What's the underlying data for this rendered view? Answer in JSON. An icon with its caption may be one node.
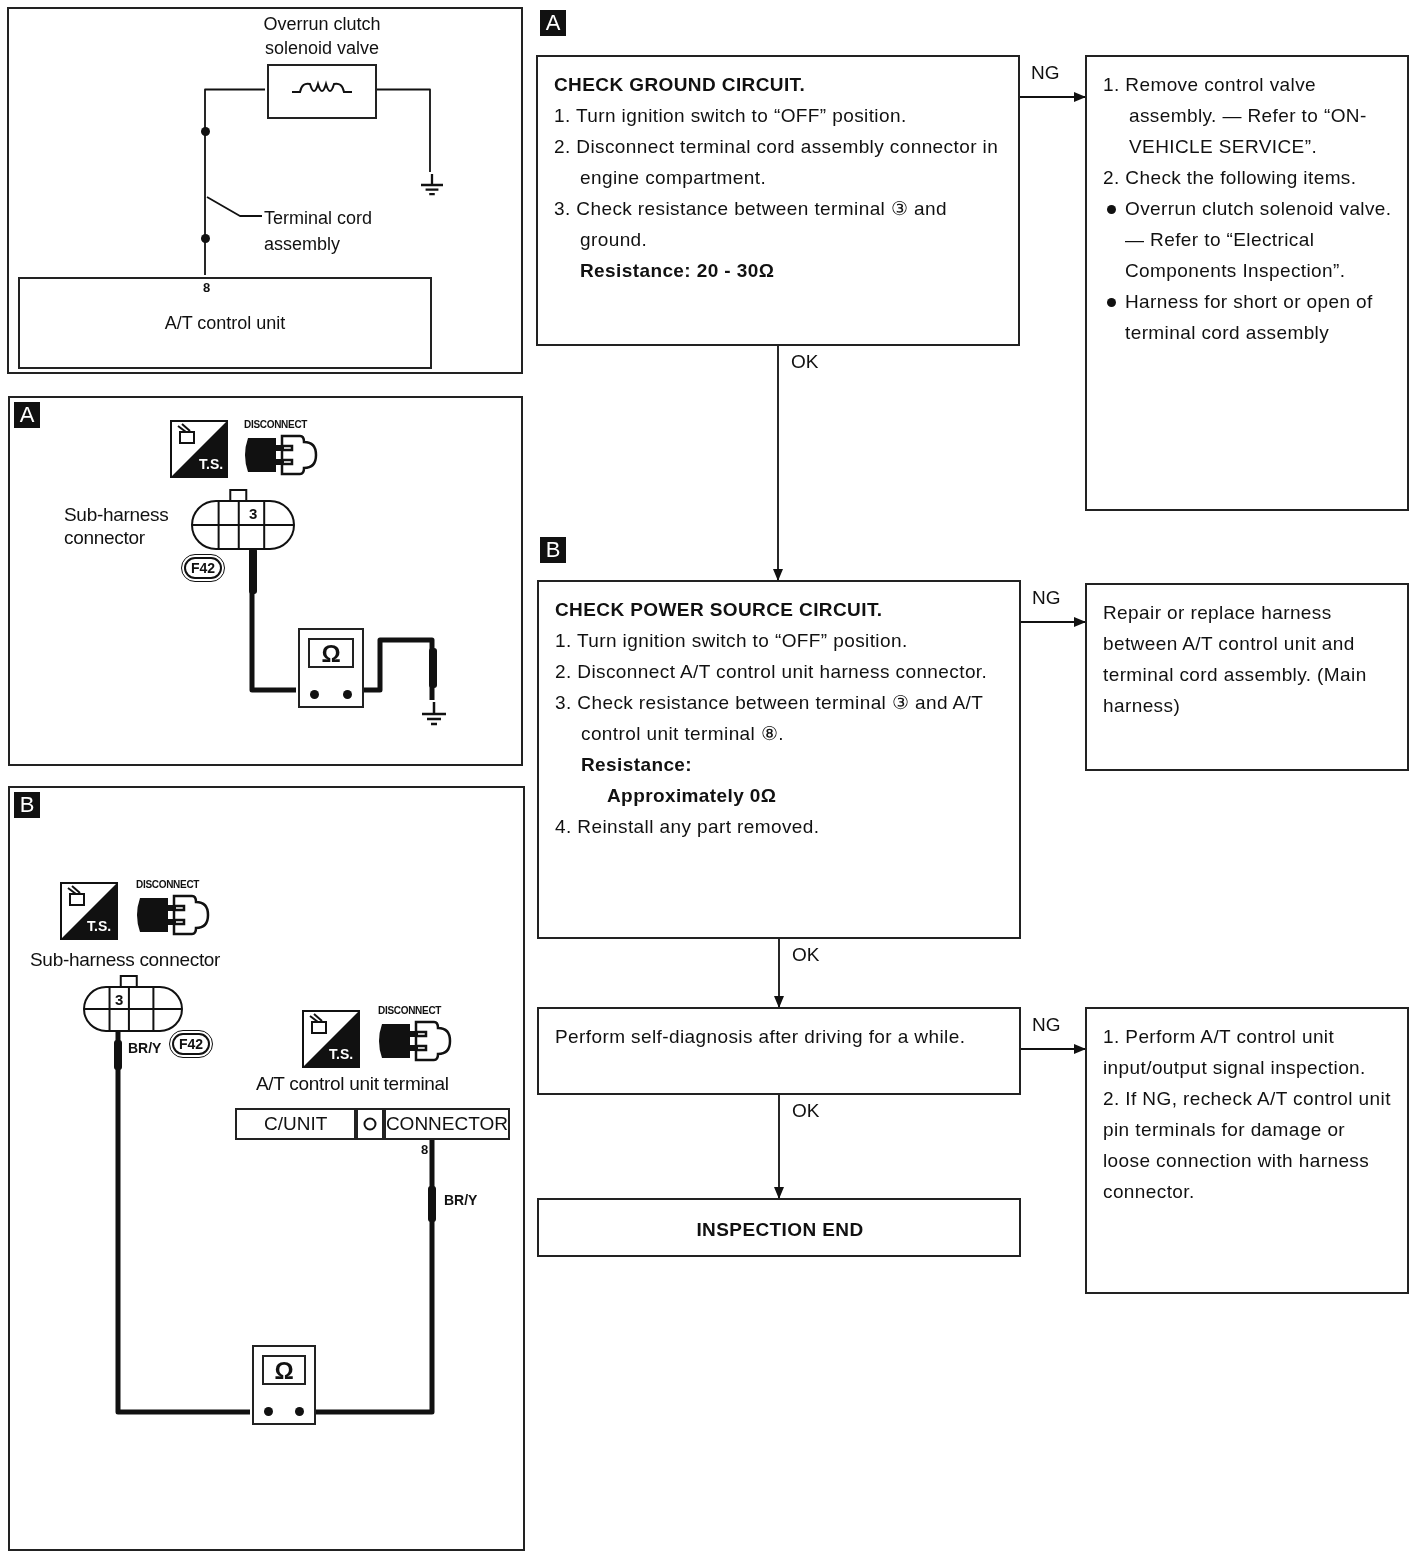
{
  "diagram": {
    "nodes": [
      {
        "text": [],
        "shape": "box"
      },
      {
        "text": [
          "Overrun clutch solenoid valve"
        ],
        "in": 0
      },
      {
        "text": [],
        "shape": "ground",
        "in": 0
      },
      {
        "text": [
          "Terminal cord assembly"
        ],
        "in": 0
      },
      {
        "text": [
          "8",
          "A/T control unit"
        ],
        "in": 0
      },
      {
        "text": [
          "A"
        ]
      },
      {
        "text": [
          "3"
        ],
        "beside": [
          "Sub-harness connector"
        ],
        "in": 5
      },
      {
        "text": [
          "Ω"
        ],
        "in": 5
      },
      {
        "text": [],
        "shape": "ground",
        "in": 5
      },
      {
        "text": [
          "B"
        ]
      },
      {
        "text": [
          "3"
        ],
        "beside": [
          "Sub-harness connector"
        ],
        "in": 9
      },
      {
        "text": [
          "C/UNIT",
          "CONNECTOR"
        ],
        "beside": [
          "A/T control unit terminal",
          "8"
        ],
        "in": 9
      },
      {
        "text": [
          "Ω"
        ],
        "in": 9
      },
      {
        "text": [
          "CHECK GROUND CIRCUIT.",
          "1. Turn ignition switch to “OFF” position.",
          "2. Disconnect terminal cord assembly connector in engine compartment.",
          "3. Check resistance between terminal ③ and ground.",
          "Resistance: 20 - 30Ω"
        ],
        "beside": [
          "A"
        ]
      },
      {
        "text": [
          "1. Remove control valve assembly. — Refer to “ON-VEHICLE SERVICE”.",
          "2. Check the following items.",
          "Overrun clutch solenoid valve. — Refer to “Electrical Components Inspection”.",
          "Harness for short or open of terminal cord assembly"
        ]
      },
      {
        "text": [
          "CHECK POWER SOURCE CIRCUIT.",
          "1. Turn ignition switch to “OFF” position.",
          "2. Disconnect A/T control unit harness connector.",
          "3. Check resistance between terminal ③ and A/T control unit terminal ⑧.",
          "Resistance:",
          "Approximately 0Ω",
          "4. Reinstall any part removed."
        ],
        "beside": [
          "B"
        ]
      },
      {
        "text": [
          "Repair or replace harness between A/T control unit and terminal cord assembly. (Main harness)"
        ]
      },
      {
        "text": [
          "Perform self-diagnosis after driving for a while."
        ]
      },
      {
        "text": [
          "1. Perform A/T control unit input/output signal inspection.",
          "2. If NG, recheck A/T control unit pin terminals for damage or loose connection with harness connector."
        ]
      },
      {
        "text": [
          "INSPECTION END"
        ]
      }
    ],
    "edges": [
      {
        "from": 1,
        "to": 4,
        "arrow": "none"
      },
      {
        "from": 1,
        "to": 2,
        "arrow": "none"
      },
      {
        "from": 3,
        "to": null,
        "arrow": "none"
      },
      {
        "from": 6,
        "to": 7,
        "arrow": "none",
        "style": "thick"
      },
      {
        "from": 7,
        "to": 8,
        "arrow": "none",
        "style": "thick"
      },
      {
        "from": 10,
        "to": 12,
        "arrow": "none",
        "style": "thick"
      },
      {
        "from": 11,
        "to": 12,
        "arrow": "none",
        "style": "thick"
      },
      {
        "from": 13,
        "to": 14,
        "arrow": "to",
        "label": "NG"
      },
      {
        "from": 13,
        "to": 15,
        "arrow": "to",
        "label": "OK"
      },
      {
        "from": 15,
        "to": 16,
        "arrow": "to",
        "label": "NG"
      },
      {
        "from": 15,
        "to": 17,
        "arrow": "to",
        "label": "OK"
      },
      {
        "from": 17,
        "to": 18,
        "arrow": "to",
        "label": "NG"
      },
      {
        "from": 17,
        "to": 19,
        "arrow": "to",
        "label": "OK"
      }
    ],
    "labels": [
      "T.S.",
      "DISCONNECT",
      "F42",
      "T.S.",
      "DISCONNECT",
      "BR/Y",
      "F42",
      "T.S.",
      "DISCONNECT",
      "BR/Y"
    ]
  }
}
